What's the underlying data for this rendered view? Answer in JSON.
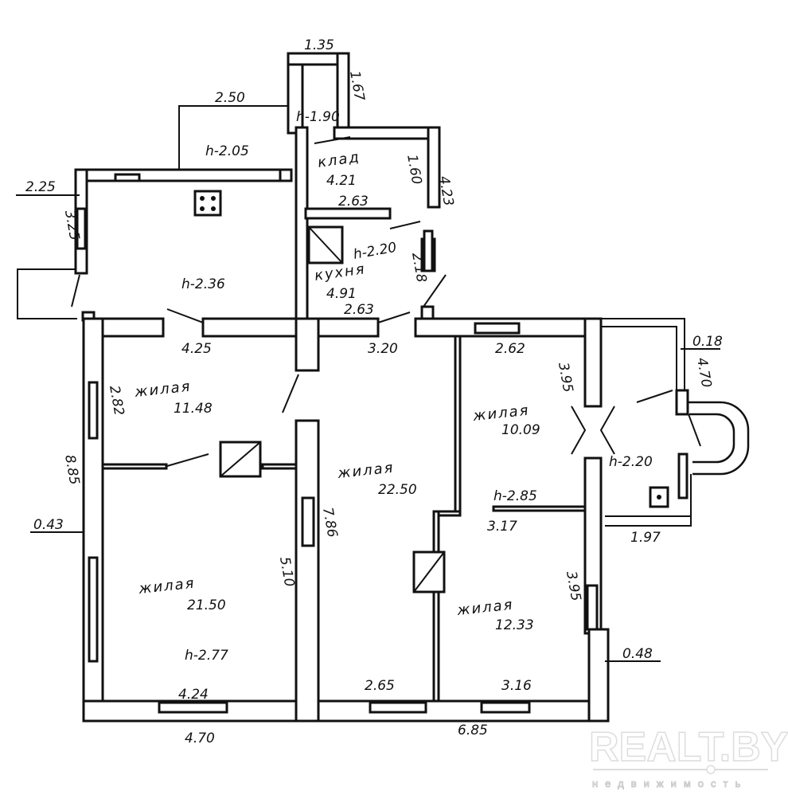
{
  "plan": {
    "rooms": [
      {
        "name": "клад",
        "area": "4.21"
      },
      {
        "name": "кухня",
        "area": "4.91"
      },
      {
        "name": "жилая",
        "area": "11.48"
      },
      {
        "name": "жилая",
        "area": "22.50"
      },
      {
        "name": "жилая",
        "area": "10.09"
      },
      {
        "name": "жилая",
        "area": "21.50"
      },
      {
        "name": "жилая",
        "area": "12.33"
      }
    ],
    "heights": [
      "h-1.90",
      "h-2.05",
      "h-2.20",
      "h-2.36",
      "h-2.85",
      "h-2.20",
      "h-2.77"
    ],
    "dimensions": [
      "1.35",
      "1.67",
      "2.50",
      "1.60",
      "4.23",
      "2.25",
      "3.25",
      "2.63",
      "2.18",
      "2.63",
      "4.25",
      "3.20",
      "2.62",
      "0.18",
      "4.70",
      "2.82",
      "3.95",
      "8.85",
      "3.17",
      "1.97",
      "0.43",
      "7.86",
      "5.10",
      "3.95",
      "0.48",
      "4.24",
      "2.65",
      "3.16",
      "4.70",
      "6.85"
    ]
  },
  "watermark": {
    "brand": "REALT.BY",
    "tagline": "недвижимость"
  }
}
